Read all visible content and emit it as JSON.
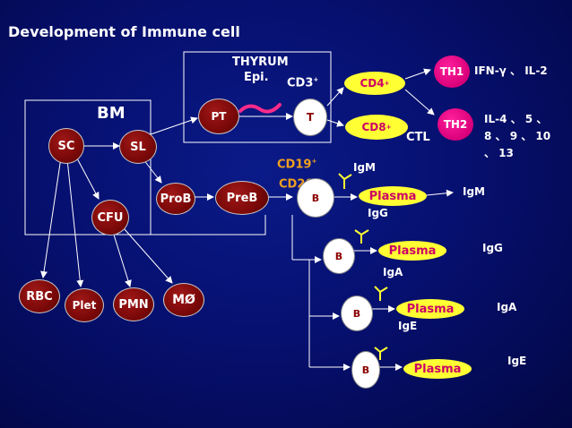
{
  "title": "Development of Immune cell",
  "bm_label": "BM",
  "thymus_label": "THYRUM",
  "epi_label": "Epi.",
  "cd3_label": "CD3",
  "cd3_sup": "+",
  "cd19_label": "CD19",
  "cd19_sup": "+",
  "cd20_label": "CD20",
  "cd20_sup": "+",
  "nodes": {
    "sc": "SC",
    "sl": "SL",
    "cfu": "CFU",
    "prob": "ProB",
    "preb": "PreB",
    "pt": "PT",
    "t": "T",
    "rbc": "RBC",
    "plet": "Plet",
    "pmn": "PMN",
    "mo": "MØ",
    "cd4": "CD4",
    "cd4_sup": "+",
    "cd8": "CD8",
    "cd8_sup": "+",
    "th1": "TH1",
    "th2": "TH2",
    "b": "B",
    "plasma": "Plasma"
  },
  "ctl_label": "CTL",
  "th1_output": "IFN-γ 、 IL-2",
  "th2_output_line1": "IL-4 、 5 、",
  "th2_output_line2": "8 、 9 、 10",
  "th2_output_line3": "、 13",
  "antibodies": {
    "igm_top": "IgM",
    "igm_out": "IgM",
    "igg_mid": "IgG",
    "igg_out": "IgG",
    "iga_mid": "IgA",
    "iga_out": "IgA",
    "ige_mid": "IgE",
    "ige_out": "IgE"
  },
  "colors": {
    "background": "#061070",
    "node_red": "#7a0808",
    "cd_oval": "#ffff33",
    "th_pink": "#d8007a",
    "plasma_text": "#cc0066",
    "cd_marker_text": "#f0a020",
    "antibody_yellow": "#ffff33",
    "thymus_wave": "#ff2b8a"
  }
}
